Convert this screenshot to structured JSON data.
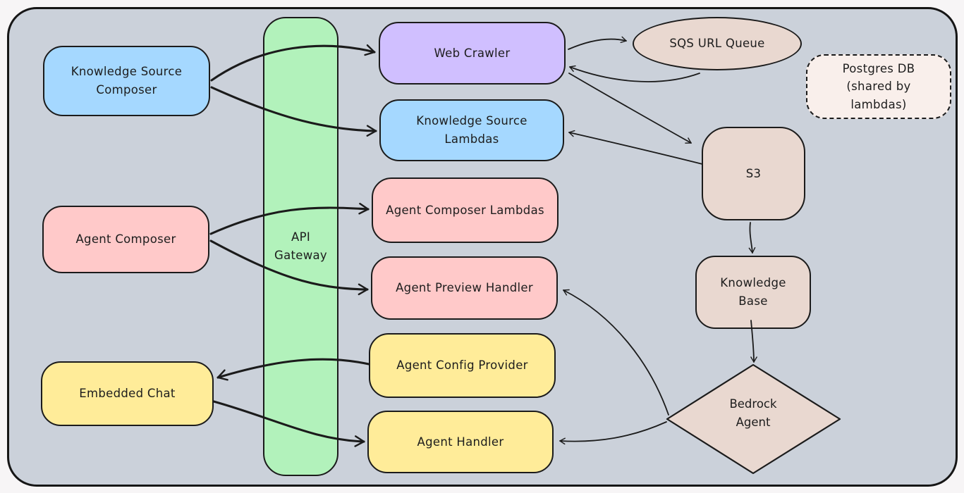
{
  "diagram": {
    "background_color": "#cbd1da",
    "stroke_color": "#1b1b1b",
    "palette": {
      "blue": "#a5d8ff",
      "pink": "#ffc9c9",
      "yellow": "#ffec99",
      "green": "#b2f2bb",
      "purple": "#d0bfff",
      "beige": "#e9d8d0",
      "paper": "#f9efeb"
    },
    "nodes": {
      "knowledge_source_composer": {
        "label": "Knowledge Source Composer",
        "shape": "rounded-rect",
        "fill": "#a5d8ff"
      },
      "agent_composer": {
        "label": "Agent Composer",
        "shape": "rounded-rect",
        "fill": "#ffc9c9"
      },
      "embedded_chat": {
        "label": "Embedded Chat",
        "shape": "rounded-rect",
        "fill": "#ffec99"
      },
      "api_gateway": {
        "label": "API Gateway",
        "shape": "tall-rounded-rect",
        "fill": "#b2f2bb"
      },
      "web_crawler": {
        "label": "Web Crawler",
        "shape": "rounded-rect",
        "fill": "#d0bfff"
      },
      "knowledge_source_lambdas": {
        "label": "Knowledge Source Lambdas",
        "shape": "rounded-rect",
        "fill": "#a5d8ff"
      },
      "agent_composer_lambdas": {
        "label": "Agent Composer Lambdas",
        "shape": "rounded-rect",
        "fill": "#ffc9c9"
      },
      "agent_preview_handler": {
        "label": "Agent Preview Handler",
        "shape": "rounded-rect",
        "fill": "#ffc9c9"
      },
      "agent_config_provider": {
        "label": "Agent Config Provider",
        "shape": "rounded-rect",
        "fill": "#ffec99"
      },
      "agent_handler": {
        "label": "Agent Handler",
        "shape": "rounded-rect",
        "fill": "#ffec99"
      },
      "sqs_url_queue": {
        "label": "SQS URL Queue",
        "shape": "ellipse",
        "fill": "#e9d8d0"
      },
      "postgres_db": {
        "label": "Postgres DB",
        "sublabel": "(shared by lambdas)",
        "shape": "dashed-rounded-rect",
        "fill": "#f9efeb"
      },
      "s3": {
        "label": "S3",
        "shape": "rounded-rect",
        "fill": "#e9d8d0"
      },
      "knowledge_base": {
        "label": "Knowledge Base",
        "shape": "rounded-rect",
        "fill": "#e9d8d0"
      },
      "bedrock_agent": {
        "label": "Bedrock Agent",
        "shape": "diamond",
        "fill": "#e9d8d0"
      }
    },
    "edges": [
      {
        "from": "knowledge_source_composer",
        "to": "web_crawler"
      },
      {
        "from": "knowledge_source_composer",
        "to": "knowledge_source_lambdas"
      },
      {
        "from": "agent_composer",
        "to": "agent_composer_lambdas"
      },
      {
        "from": "agent_composer",
        "to": "agent_preview_handler"
      },
      {
        "from": "agent_config_provider",
        "to": "embedded_chat"
      },
      {
        "from": "embedded_chat",
        "to": "agent_handler"
      },
      {
        "from": "web_crawler",
        "to": "sqs_url_queue"
      },
      {
        "from": "sqs_url_queue",
        "to": "web_crawler"
      },
      {
        "from": "web_crawler",
        "to": "s3"
      },
      {
        "from": "s3",
        "to": "knowledge_source_lambdas"
      },
      {
        "from": "s3",
        "to": "knowledge_base"
      },
      {
        "from": "knowledge_base",
        "to": "bedrock_agent"
      },
      {
        "from": "bedrock_agent",
        "to": "agent_preview_handler"
      },
      {
        "from": "bedrock_agent",
        "to": "agent_handler"
      }
    ]
  }
}
